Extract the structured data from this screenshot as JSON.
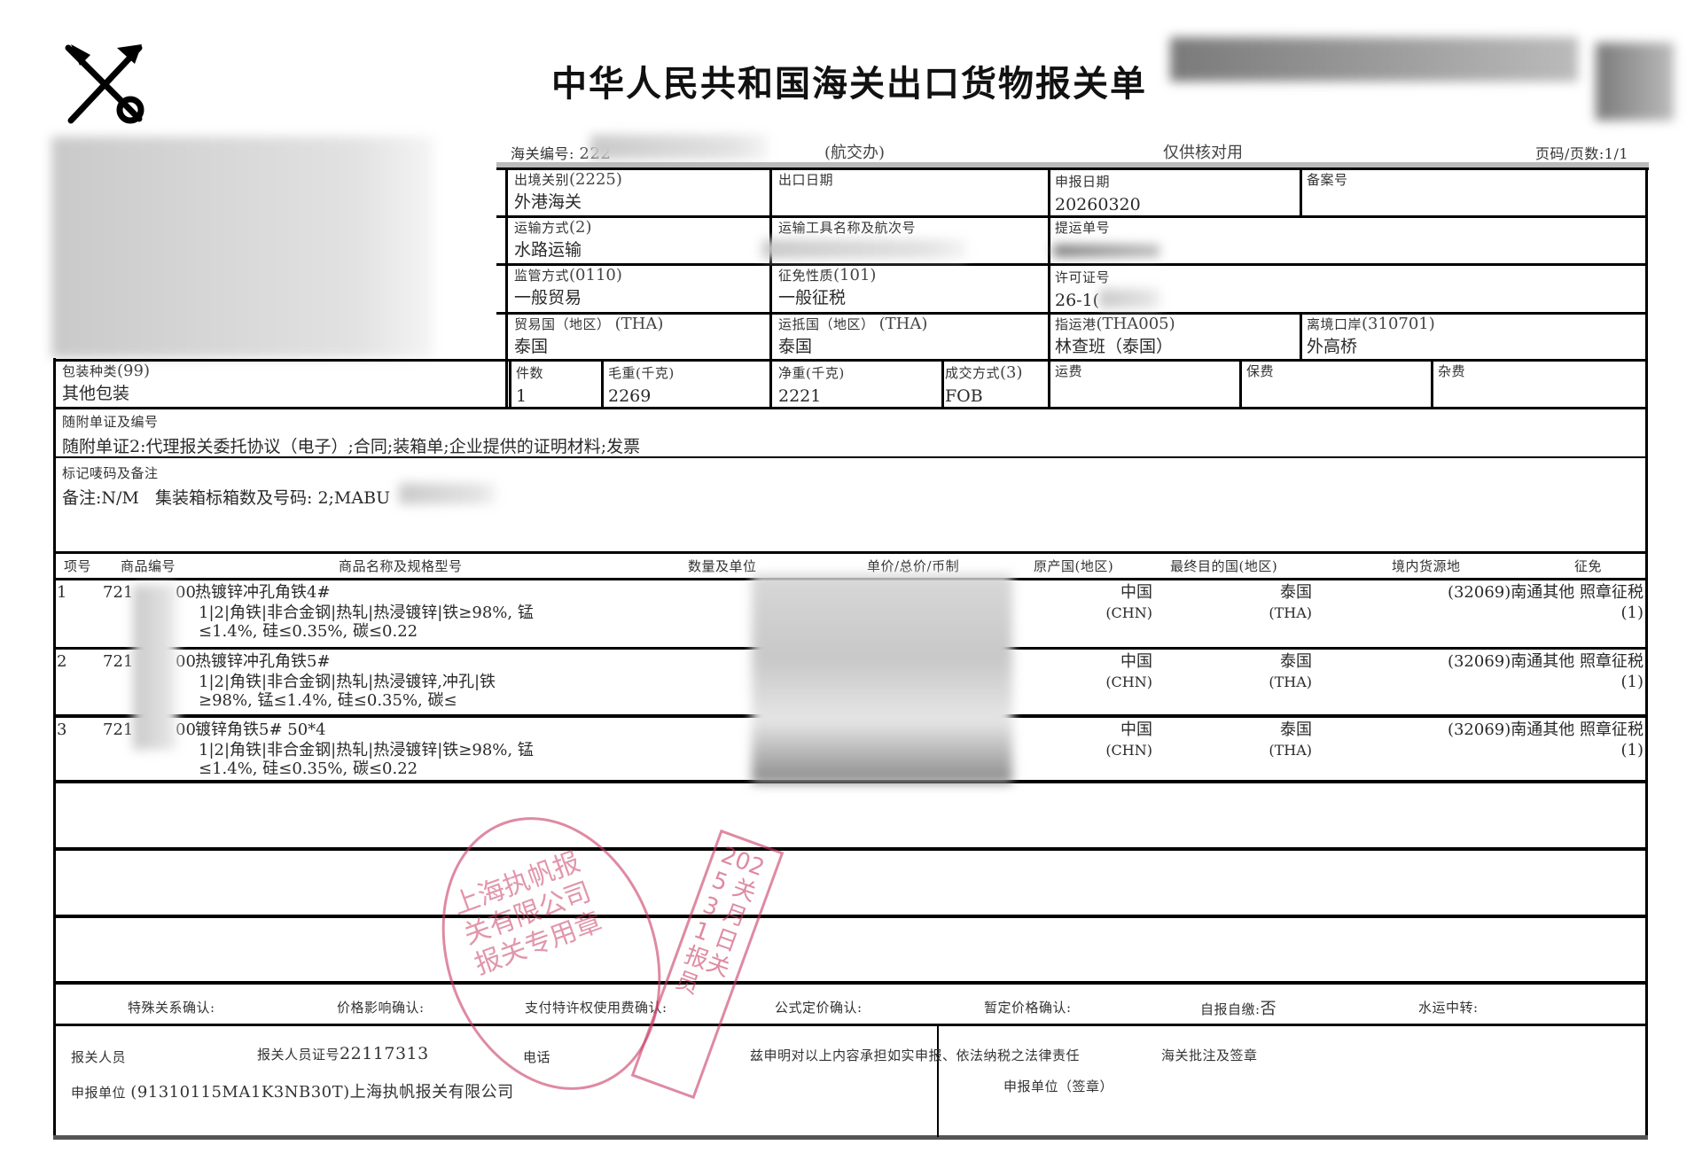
{
  "header": {
    "title": "中华人民共和国海关出口货物报关单",
    "customs_no_label": "海关编号:",
    "customs_no_value": "222",
    "office_note": "(航交办)",
    "check_only": "仅供核对用",
    "page_info": "页码/页数:1/1",
    "emblem_icon": "customs-emblem-icon"
  },
  "form": {
    "exit_customs": {
      "label": "出境关别",
      "code": "(2225)",
      "value": "外港海关"
    },
    "export_date": {
      "label": "出口日期",
      "value": ""
    },
    "declare_date": {
      "label": "申报日期",
      "value": "20260320"
    },
    "record_no": {
      "label": "备案号",
      "value": ""
    },
    "transport_mode": {
      "label": "运输方式",
      "code": "(2)",
      "value": "水路运输"
    },
    "transport_tool": {
      "label": "运输工具名称及航次号",
      "value": ""
    },
    "bill_no": {
      "label": "提运单号",
      "value": ""
    },
    "supervision_mode": {
      "label": "监管方式",
      "code": "(0110)",
      "value": "一般贸易"
    },
    "tax_nature": {
      "label": "征免性质",
      "code": "(101)",
      "value": "一般征税"
    },
    "license_no": {
      "label": "许可证号",
      "value": "26-1("
    },
    "trade_country": {
      "label": "贸易国（地区）",
      "code": "(THA)",
      "value": "泰国"
    },
    "dest_country": {
      "label": "运抵国（地区）",
      "code": "(THA)",
      "value": "泰国"
    },
    "dest_port": {
      "label": "指运港",
      "code": "(THA005)",
      "value": "林查班（泰国）"
    },
    "exit_port": {
      "label": "离境口岸",
      "code": "(310701)",
      "value": "外高桥"
    },
    "package_type": {
      "label": "包装种类",
      "code": "(99)",
      "value": "其他包装"
    },
    "pieces": {
      "label": "件数",
      "value": "1"
    },
    "gross_weight": {
      "label": "毛重(千克)",
      "value": "2269"
    },
    "net_weight": {
      "label": "净重(千克)",
      "value": "2221"
    },
    "deal_mode": {
      "label": "成交方式",
      "code": "(3)",
      "value": "FOB"
    },
    "freight": {
      "label": "运费",
      "value": ""
    },
    "insurance": {
      "label": "保费",
      "value": ""
    },
    "misc_fee": {
      "label": "杂费",
      "value": ""
    },
    "attached_docs": {
      "label": "随附单证及编号",
      "value": "随附单证2:代理报关委托协议（电子）;合同;装箱单;企业提供的证明材料;发票"
    },
    "marks": {
      "label": "标记唛码及备注",
      "value": "备注:N/M   集装箱标箱数及号码: 2;MABU"
    }
  },
  "goods": {
    "headers": [
      "项号",
      "商品编号",
      "商品名称及规格型号",
      "数量及单位",
      "单价/总价/币制",
      "原产国(地区)",
      "最终目的国(地区)",
      "境内货源地",
      "征免"
    ],
    "rows": [
      {
        "no": "1",
        "code_prefix": "721",
        "code_suffix": "00",
        "name": "热镀锌冲孔角铁4#",
        "spec1": "1|2|角铁|非合金钢|热轧|热浸镀锌|铁≥98%, 锰",
        "spec2": "≤1.4%, 硅≤0.35%, 碳≤0.22",
        "origin": "中国",
        "origin_code": "(CHN)",
        "dest": "泰国",
        "dest_code": "(THA)",
        "source": "(32069)南通其他",
        "tax": "照章征税",
        "tax_code": "(1)"
      },
      {
        "no": "2",
        "code_prefix": "721",
        "code_suffix": "00",
        "name": "热镀锌冲孔角铁5#",
        "spec1": "1|2|角铁|非合金钢|热轧|热浸镀锌,冲孔|铁",
        "spec2": "≥98%, 锰≤1.4%, 硅≤0.35%, 碳≤",
        "origin": "中国",
        "origin_code": "(CHN)",
        "dest": "泰国",
        "dest_code": "(THA)",
        "source": "(32069)南通其他",
        "tax": "照章征税",
        "tax_code": "(1)"
      },
      {
        "no": "3",
        "code_prefix": "721",
        "code_suffix": "00",
        "name": "镀锌角铁5# 50*4",
        "spec1": "1|2|角铁|非合金钢|热轧|热浸镀锌|铁≥98%, 锰",
        "spec2": "≤1.4%, 硅≤0.35%, 碳≤0.22",
        "origin": "中国",
        "origin_code": "(CHN)",
        "dest": "泰国",
        "dest_code": "(THA)",
        "source": "(32069)南通其他",
        "tax": "照章征税",
        "tax_code": "(1)"
      }
    ]
  },
  "confirmations": {
    "special_relation": "特殊关系确认:",
    "price_impact": "价格影响确认:",
    "royalty": "支付特许权使用费确认:",
    "formula_price": "公式定价确认:",
    "provisional_price": "暂定价格确认:",
    "self_report_label": "自报自缴:",
    "self_report_value": "否",
    "water_transit": "水运中转:"
  },
  "footer": {
    "declarant_label": "报关人员",
    "declarant_cert_label": "报关人员证号",
    "declarant_cert_value": "22117313",
    "phone_label": "电话",
    "unit_label": "申报单位",
    "unit_value": "(91310115MA1K3NB30T)上海执帆报关有限公司",
    "statement": "兹申明对以上内容承担如实申报、依法纳税之法律责任",
    "unit_seal": "申报单位（签章）",
    "customs_approval": "海关批注及签章"
  },
  "stamps": {
    "oval_text": "上海执帆报关有限公司 报关专用章",
    "rect_text": "2025 关 3 月 1 日 报关员"
  }
}
